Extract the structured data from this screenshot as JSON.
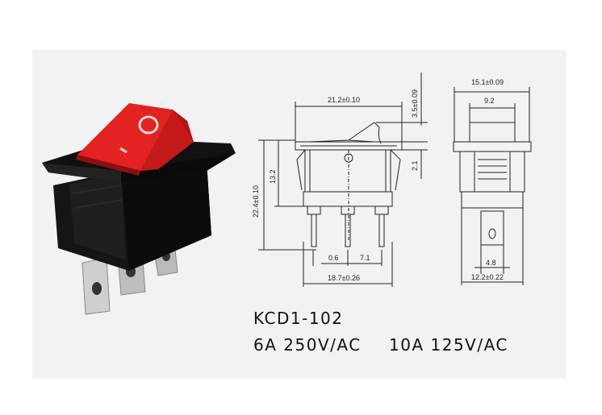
{
  "product": {
    "model": "KCD1-102",
    "rating_1": "6A 250V/AC",
    "rating_2": "10A 125V/AC",
    "rocker_symbol_off": "O",
    "rocker_symbol_on": "I"
  },
  "dimensions": {
    "side_view": {
      "width_top": "21.2±0.10",
      "rocker_height": "3.5±0.09",
      "total_height": "22.4±0.10",
      "body_height": "13.2",
      "flange": "2.1",
      "terminal_offset": "0.6",
      "terminal_pitch": "7.1",
      "body_width": "18.7±0.26"
    },
    "end_view": {
      "width_top": "15.1±0.09",
      "rocker_width": "9.2",
      "terminal_width": "4.8",
      "body_width": "12.2±0.22"
    }
  },
  "colors": {
    "panel": "#f2f2f2",
    "rocker_red": "#e32222",
    "housing_black": "#151515",
    "terminal_silver": "#c8c8c8"
  }
}
